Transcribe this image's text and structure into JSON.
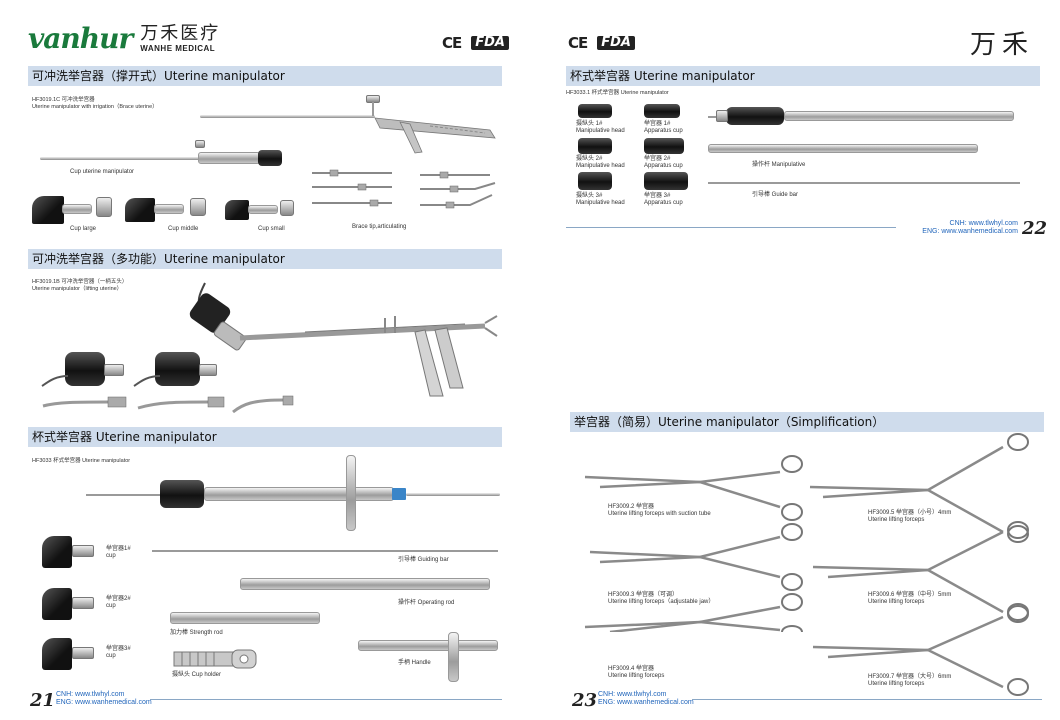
{
  "header": {
    "logo_word": "vanhur",
    "logo_cn": "万禾医疗",
    "logo_en": "WANHE MEDICAL",
    "ce": "CE",
    "fda": "FDA",
    "brand_right": "万禾"
  },
  "left": {
    "section1": {
      "title": "可冲洗举宫器（撑开式）Uterine manipulator",
      "code": "HF3019.1C  可冲洗举宫器",
      "code_en": "Uterine manipulator with irrigation（Brace uterine）",
      "labels": {
        "cup_uterine": "Cup uterine manipulator",
        "cup_large": "Cup large",
        "cup_middle": "Cup middle",
        "cup_small": "Cup small",
        "brace_tip": "Brace tip,articulating"
      }
    },
    "section2": {
      "title": "可冲洗举宫器（多功能）Uterine manipulator",
      "code": "HF3019.1B  可冲洗举宫器（一柄五头）",
      "code_en": "Uterine manipulator（lifting uterine）"
    },
    "section3": {
      "title": "杯式举宫器 Uterine manipulator",
      "code": "HF3033  杯式举宫器 Uterine manipulator",
      "cups": [
        {
          "cn": "举宫器1#",
          "en": "cup"
        },
        {
          "cn": "举宫器2#",
          "en": "cup"
        },
        {
          "cn": "举宫器3#",
          "en": "cup"
        }
      ],
      "labels": {
        "guiding_bar": "引导棒 Guiding bar",
        "operating_rod": "操作杆 Operating rod",
        "strength_rod": "加力棒 Strength rod",
        "handle": "手柄 Handle",
        "cup_holder": "摄纵头 Cup holder"
      }
    },
    "footer": {
      "page": "21",
      "cnh": "CNH: www.tlwhyl.com",
      "eng": "ENG: www.wanhemedical.com"
    }
  },
  "right": {
    "section1": {
      "title": "杯式举宫器 Uterine manipulator",
      "code": "HF3033.1  杯式举宫器  Uterine manipulator",
      "heads": [
        {
          "cn": "摄纵头 1#",
          "en": "Manipulative head"
        },
        {
          "cn": "摄纵头 2#",
          "en": "Manipulative head"
        },
        {
          "cn": "摄纵头 3#",
          "en": "Manipulative head"
        }
      ],
      "cups": [
        {
          "cn": "举宫器  1#",
          "en": "Apparatus cup"
        },
        {
          "cn": "举宫器  2#",
          "en": "Apparatus cup"
        },
        {
          "cn": "举宫器  3#",
          "en": "Apparatus cup"
        }
      ],
      "labels": {
        "manipulative": "操作杆 Manipulative",
        "guide_bar": "引导棒 Guide bar"
      },
      "footer": {
        "page": "22",
        "cnh": "CNH: www.tlwhyl.com",
        "eng": "ENG: www.wanhemedical.com"
      }
    },
    "section2": {
      "title": "举宫器（简易）Uterine manipulator（Simplification）",
      "items": [
        {
          "code": "HF3009.2  举宫器",
          "en": "Uterine lifting forceps with suction tube"
        },
        {
          "code": "HF3009.3  举宫器（可调）",
          "en": "Uterine lifting forceps（adjustable jaw）"
        },
        {
          "code": "HF3009.4  举宫器",
          "en": "Uterine lifting forceps"
        },
        {
          "code": "HF3009.5  举宫器（小号）4mm",
          "en": "Uterine lifting forceps"
        },
        {
          "code": "HF3009.6  举宫器（中号）5mm",
          "en": "Uterine lifting forceps"
        },
        {
          "code": "HF3009.7  举宫器（大号）6mm",
          "en": "Uterine lifting forceps"
        }
      ]
    },
    "footer": {
      "page": "23",
      "cnh": "CNH: www.tlwhyl.com",
      "eng": "ENG: www.wanhemedical.com"
    }
  },
  "colors": {
    "section_bar": "#cfdcec",
    "brand_green": "#1a7a3c",
    "link_blue": "#2266bb",
    "accent_blue": "#3a85c8"
  }
}
